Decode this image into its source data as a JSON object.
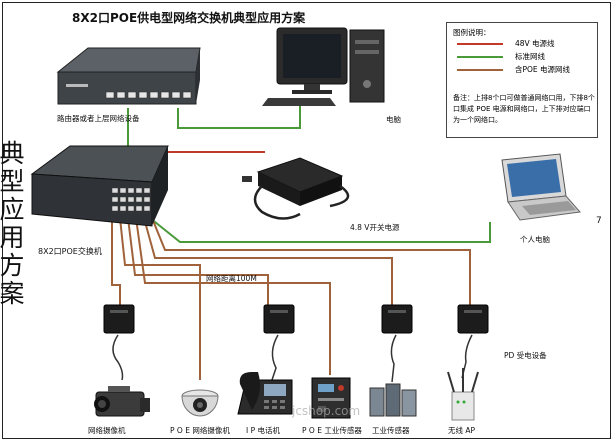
{
  "title": "8X2口POE供电型网络交换机典型应用方案",
  "side_title": "典型应用方案",
  "labels": {
    "router": "路由器或者上层网络设备",
    "computer": "电脑",
    "switch": "8X2口POE交换机",
    "power_supply": "4.8 V开关电源",
    "laptop": "个人电脑",
    "distance": "网络距离100M",
    "pd_device": "PD 受电设备"
  },
  "legend": {
    "title": "图例说明：",
    "items": [
      {
        "label": "48V 电源线",
        "color": "#c0392b"
      },
      {
        "label": "标准网线",
        "color": "#4a9a3a"
      },
      {
        "label": "含POE 电源网线",
        "color": "#a0623a"
      }
    ],
    "note": "备注：上排8个口可做普通网络口用，下排8个口集成 POE 电源和网络口，上下排对应端口为一个网络口。"
  },
  "devices": [
    {
      "label": "网络摄像机"
    },
    {
      "label": "P O E 网络摄像机"
    },
    {
      "label": "I P 电话机"
    },
    {
      "label": "P O E 工业传感器"
    },
    {
      "label": "工业传感器"
    },
    {
      "label": "无线 AP"
    }
  ],
  "watermark": "jcshop.com",
  "page_number": "7",
  "colors": {
    "power_line": "#c0392b",
    "network_line": "#4a9a3a",
    "poe_line": "#a0623a"
  }
}
